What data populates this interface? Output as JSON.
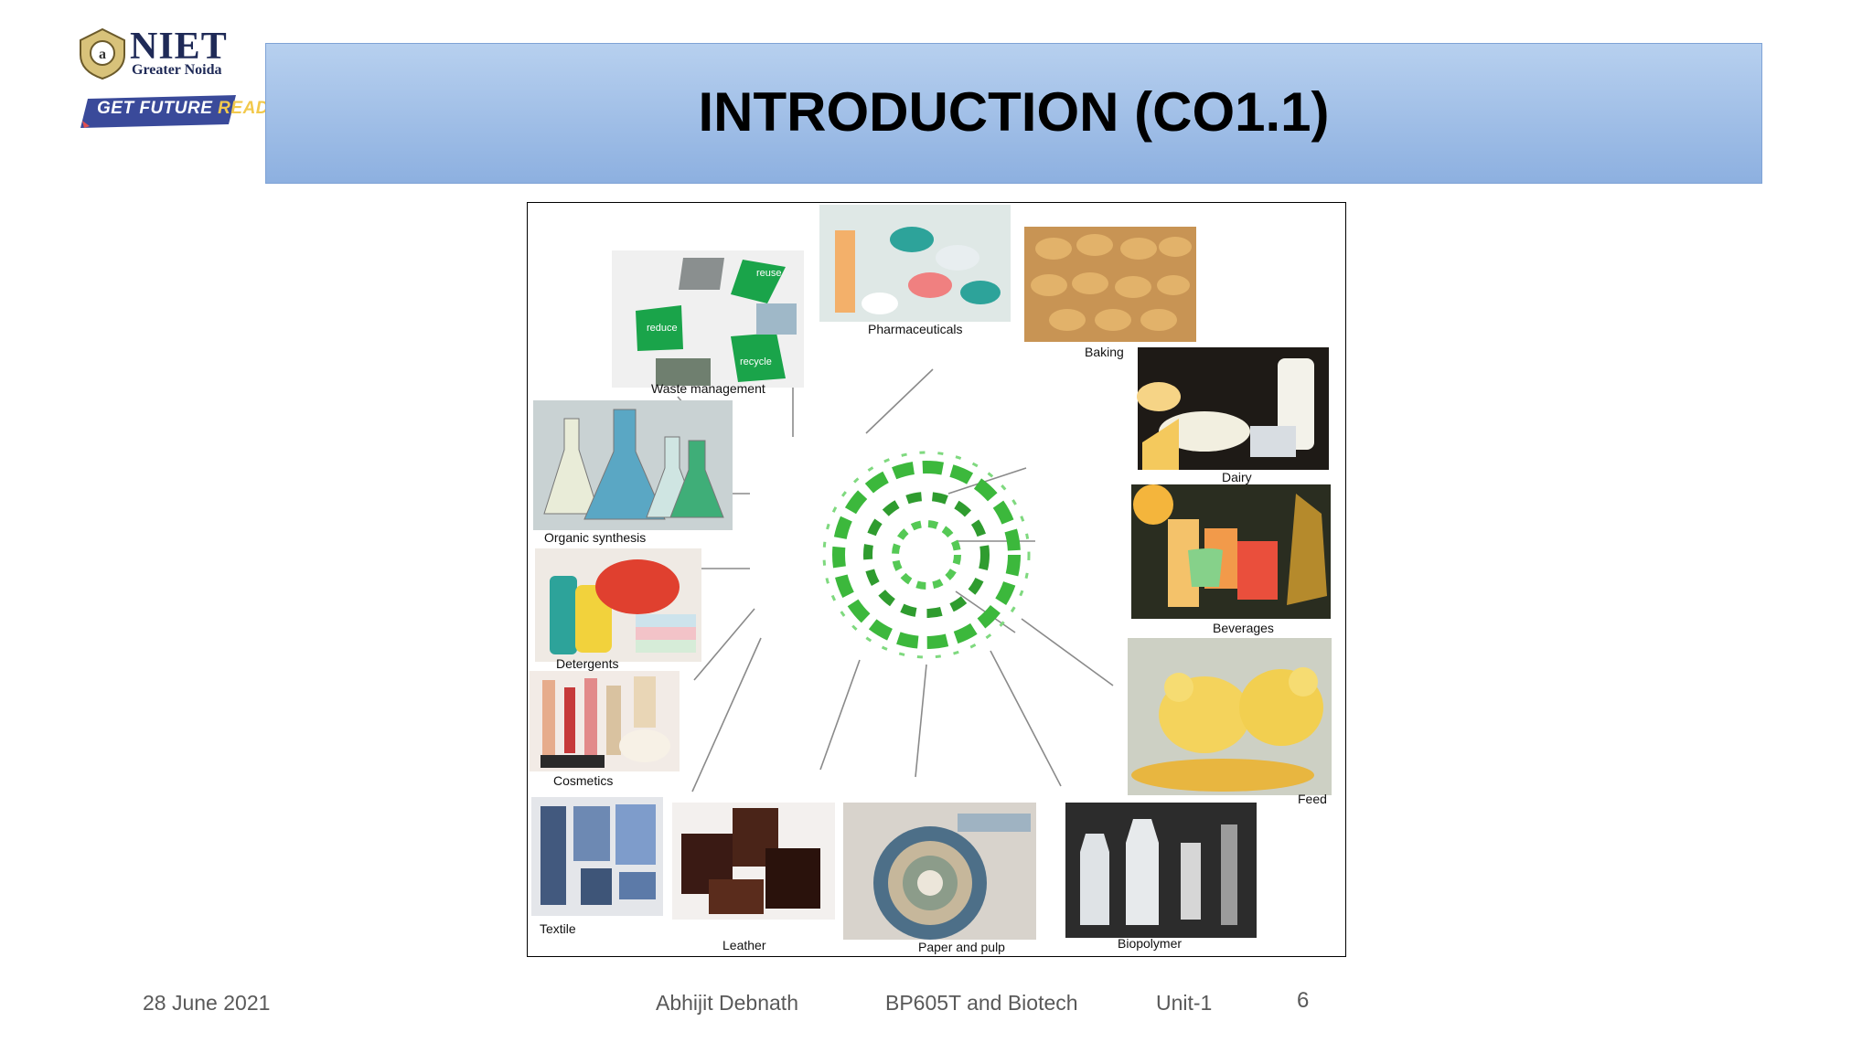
{
  "logo": {
    "name": "NIET",
    "city": "Greater Noida",
    "tagline_part1": "GET FUTURE",
    "tagline_part2": "READY"
  },
  "slide": {
    "title": "INTRODUCTION (CO1.1)"
  },
  "figure": {
    "center_icon": "enzyme-structure-icon",
    "applications": [
      "Waste management",
      "Pharmaceuticals",
      "Baking",
      "Dairy",
      "Organic synthesis",
      "Beverages",
      "Detergents",
      "Feed",
      "Cosmetics",
      "Textile",
      "Leather",
      "Paper and pulp",
      "Biopolymer"
    ],
    "recycle_labels": [
      "reuse",
      "reduce",
      "recycle"
    ]
  },
  "footer": {
    "date": "28 June 2021",
    "author": "Abhijit Debnath",
    "course": "BP605T and Biotech",
    "unit": "Unit-1",
    "page": "6"
  },
  "colors": {
    "title_bar_top": "#b7d0ef",
    "title_bar_bottom": "#8db0e0",
    "enzyme_green": "#3cb83c",
    "recycle_green": "#1aa44a",
    "footer_text": "#595959"
  }
}
